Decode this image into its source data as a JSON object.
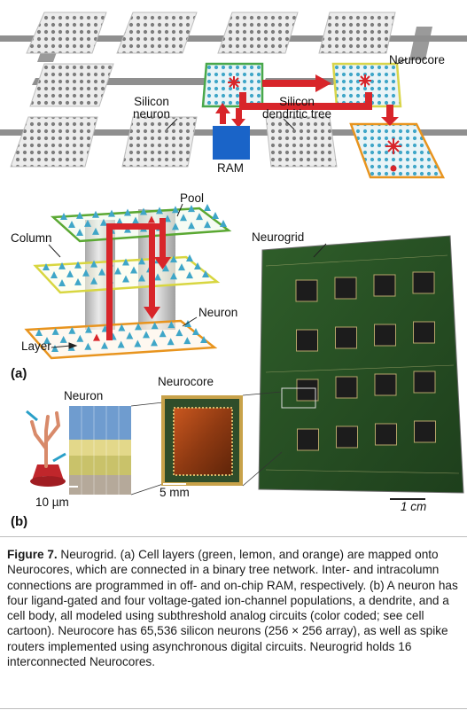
{
  "panel_a": {
    "labels": {
      "neurocore": "Neurocore",
      "silicon_neuron": "Silicon\nneuron",
      "silicon_dendritic_tree": "Silicon\ndendritic tree",
      "ram": "RAM",
      "pool": "Pool",
      "column": "Column",
      "neuron": "Neuron",
      "layer": "Layer",
      "neurogrid": "Neurogrid"
    },
    "tag": "(a)"
  },
  "panel_b": {
    "labels": {
      "neuron": "Neuron",
      "neurocore": "Neurocore",
      "scale_10um": "10 µm",
      "scale_5mm": "5 mm",
      "scale_1cm": "1 cm"
    },
    "tag": "(b)"
  },
  "caption": {
    "figure_label": "Figure 7.",
    "text": " Neurogrid. (a) Cell layers (green, lemon, and orange) are mapped onto Neurocores, which are connected in a binary tree network. Inter- and intracolumn connections are programmed in off- and on-chip RAM, respectively. (b) A neuron has four ligand-gated and four voltage-gated ion-channel populations, a dendrite, and a cell body, all modeled using subthreshold analog circuits (color coded; see cell cartoon). Neurocore has 65,536 silicon neurons (256 × 256 array), as well as spike routers implemented using asynchronous digital circuits. Neurogrid holds 16 interconnected Neurocores."
  },
  "colors": {
    "green_layer": "#5aa832",
    "lemon_layer": "#d8d640",
    "orange_layer": "#e8941e",
    "red_route": "#d8252a",
    "ram_blue": "#1a64c8",
    "tile_gray": "#e4e4e4"
  }
}
